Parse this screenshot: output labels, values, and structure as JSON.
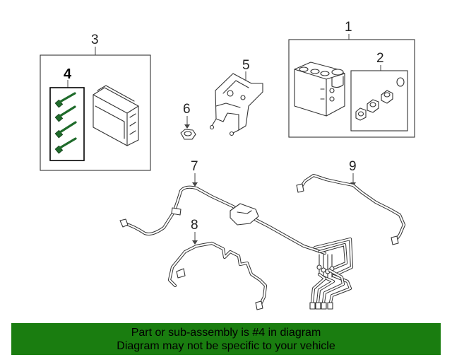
{
  "callouts": {
    "c1": "1",
    "c2": "2",
    "c3": "3",
    "c4": "4",
    "c5": "5",
    "c6": "6",
    "c7": "7",
    "c8": "8",
    "c9": "9"
  },
  "highlight_color": "#1a7d10",
  "banner": {
    "line1": "Part or sub-assembly is #4 in diagram",
    "line2": "Diagram may not be specific to your vehicle"
  }
}
